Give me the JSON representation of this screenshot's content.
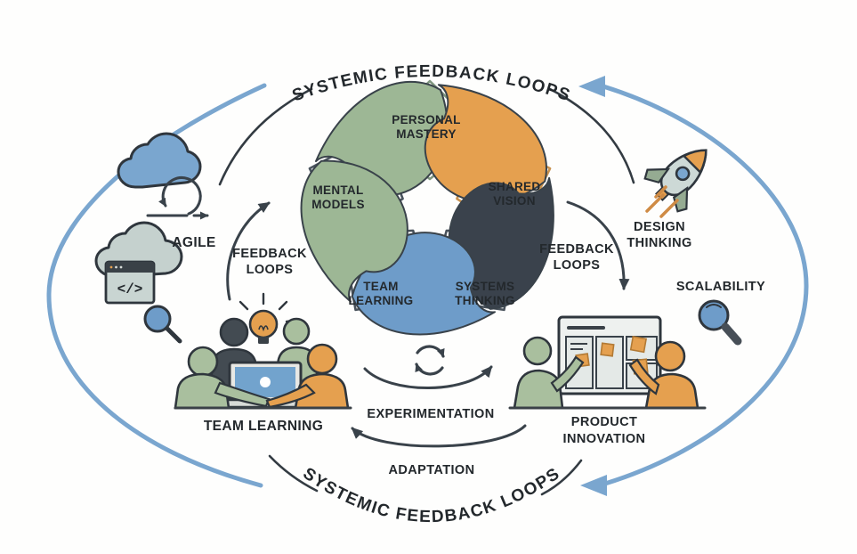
{
  "titles": {
    "top": "SYSTEMIC FEEDBACK LOOPS",
    "bottom": "SYSTEMIC FEEDBACK LOOPS"
  },
  "pinwheel": {
    "personal_mastery": {
      "line1": "PERSONAL",
      "line2": "MASTERY",
      "outline": "#7e957e",
      "blade": "#9db795"
    },
    "shared_vision": {
      "line1": "SHARED",
      "line2": "VISION",
      "outline": "#c9924f",
      "blade": "#e5a04f"
    },
    "systems_thinking": {
      "line1": "SYSTEMS",
      "line2": "THINKING",
      "outline": "#49525b",
      "blade": "#3a424c"
    },
    "team_learning": {
      "line1": "TEAM",
      "line2": "LEARNING",
      "outline": "#49525b",
      "blade": "#6e9cc9"
    },
    "mental_models": {
      "line1": "MENTAL",
      "line2": "MODELS",
      "outline": "#4b555f",
      "blade": "#9db795"
    }
  },
  "labels": {
    "agile": "AGILE",
    "feedback_left": {
      "line1": "FEEDBACK",
      "line2": "LOOPS"
    },
    "feedback_right": {
      "line1": "FEEDBACK",
      "line2": "LOOPS"
    },
    "design_thinking": {
      "line1": "DESIGN",
      "line2": "THINKING"
    },
    "scalability": "SCALABILITY",
    "team_learning": "TEAM LEARNING",
    "product_innovation": {
      "line1": "PRODUCT",
      "line2": "INNOVATION"
    },
    "experimentation": "EXPERIMENTATION",
    "adaptation": "ADAPTATION"
  },
  "icons": {
    "agile_cloud": "cloud-with-iteration-loop-arrow",
    "dev_cloud": "cloud-with-code-window",
    "code_glyph": "</>",
    "search_left": "magnifier",
    "rocket": "rocket-launch",
    "search_right": "magnifier",
    "lightbulb": "idea-bulb",
    "team": "people-around-laptop",
    "kanban": "people-at-sticky-note-board",
    "refresh": "cycle-arrows"
  },
  "colors": {
    "blue_arc": "#7aa6cf",
    "dark": "#39424a",
    "green": "#9db795",
    "people_green": "#a9bf9e",
    "orange": "#e5a04f",
    "charcoal": "#3a424c",
    "blue": "#6e9cc9",
    "cloud_gray": "#c5d1ce",
    "text": "#23282c"
  }
}
